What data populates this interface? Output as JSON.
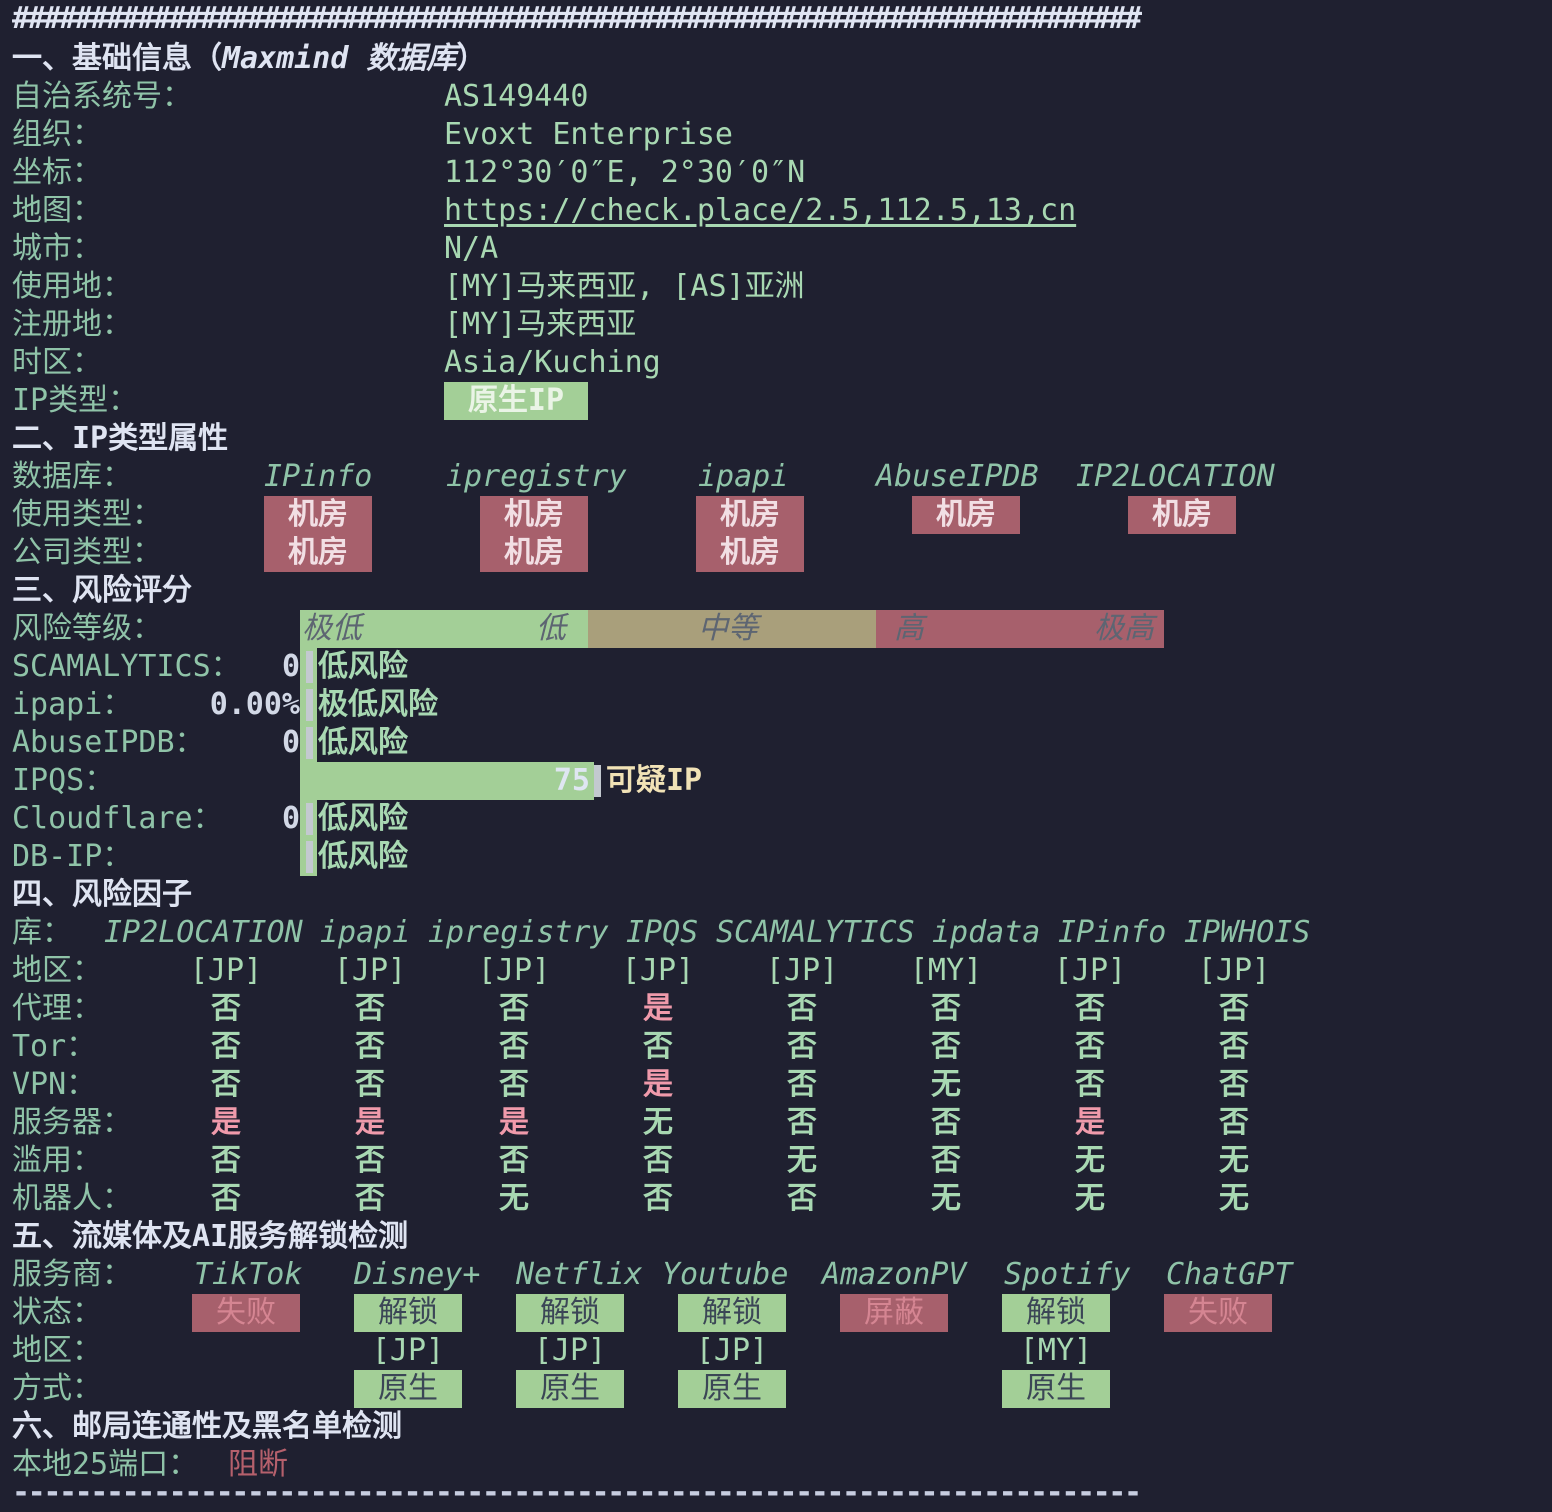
{
  "colors": {
    "bg": "#1f2030",
    "green": "#a3cf97",
    "red": "#a7606c",
    "mid": "#a99f7b"
  },
  "separators": {
    "hash": "########################################################################",
    "dash": "------------------------------------------------------------------------"
  },
  "basic": {
    "title_prefix": "一、基础信息（",
    "title_italic": "Maxmind 数据库",
    "title_suffix": "）",
    "rows": [
      {
        "label": "自治系统号：",
        "value": "AS149440"
      },
      {
        "label": "组织：",
        "value": "Evoxt Enterprise"
      },
      {
        "label": "坐标：",
        "value": "112°30′0″E, 2°30′0″N"
      },
      {
        "label": "地图：",
        "value": "https://check.place/2.5,112.5,13,cn"
      },
      {
        "label": "城市：",
        "value": "N/A"
      },
      {
        "label": "使用地：",
        "value": "[MY]马来西亚, [AS]亚洲"
      },
      {
        "label": "注册地：",
        "value": "[MY]马来西亚"
      },
      {
        "label": "时区：",
        "value": "Asia/Kuching"
      },
      {
        "label": "IP类型：",
        "value": "原生IP"
      }
    ]
  },
  "iptype": {
    "title": "二、IP类型属性",
    "db_label": "数据库：",
    "usage_label": "使用类型：",
    "company_label": "公司类型：",
    "dbs": [
      "IPinfo",
      "ipregistry",
      "ipapi",
      "AbuseIPDB",
      "IP2LOCATION"
    ],
    "usage": [
      "机房",
      "机房",
      "机房",
      "机房",
      "机房"
    ],
    "company": [
      "机房",
      "机房",
      "机房"
    ]
  },
  "risk": {
    "title": "三、风险评分",
    "level_label": "风险等级：",
    "scale_labels": [
      "极低",
      "低",
      "中等",
      "高",
      "极高"
    ],
    "rows": [
      {
        "label": "SCAMALYTICS：",
        "score": "0",
        "rating": "低风险"
      },
      {
        "label": "ipapi：",
        "score": "0.00%",
        "rating": "极低风险"
      },
      {
        "label": "AbuseIPDB：",
        "score": "0",
        "rating": "低风险"
      },
      {
        "label": "IPQS：",
        "score": "75",
        "rating": "可疑IP"
      },
      {
        "label": "Cloudflare：",
        "score": "0",
        "rating": "低风险"
      },
      {
        "label": "DB-IP：",
        "score": "",
        "rating": "低风险"
      }
    ]
  },
  "factors": {
    "title": "四、风险因子",
    "lib_label": "库：",
    "libs": [
      "IP2LOCATION",
      "ipapi",
      "ipregistry",
      "IPQS",
      "SCAMALYTICS",
      "ipdata",
      "IPinfo",
      "IPWHOIS"
    ],
    "rows": [
      {
        "label": "地区：",
        "values": [
          "[JP]",
          "[JP]",
          "[JP]",
          "[JP]",
          "[JP]",
          "[MY]",
          "[JP]",
          "[JP]"
        ]
      },
      {
        "label": "代理：",
        "values": [
          "否",
          "否",
          "否",
          "是",
          "否",
          "否",
          "否",
          "否"
        ]
      },
      {
        "label": "Tor：",
        "values": [
          "否",
          "否",
          "否",
          "否",
          "否",
          "否",
          "否",
          "否"
        ]
      },
      {
        "label": "VPN：",
        "values": [
          "否",
          "否",
          "否",
          "是",
          "否",
          "无",
          "否",
          "否"
        ]
      },
      {
        "label": "服务器：",
        "values": [
          "是",
          "是",
          "是",
          "无",
          "否",
          "否",
          "是",
          "否"
        ]
      },
      {
        "label": "滥用：",
        "values": [
          "否",
          "否",
          "否",
          "否",
          "无",
          "否",
          "无",
          "无"
        ]
      },
      {
        "label": "机器人：",
        "values": [
          "否",
          "否",
          "无",
          "否",
          "否",
          "无",
          "无",
          "无"
        ]
      }
    ]
  },
  "streaming": {
    "title": "五、流媒体及AI服务解锁检测",
    "provider_label": "服务商：",
    "status_label": "状态：",
    "region_label": "地区：",
    "method_label": "方式：",
    "providers": [
      "TikTok",
      "Disney+",
      "Netflix",
      "Youtube",
      "AmazonPV",
      "Spotify",
      "ChatGPT"
    ],
    "status": [
      "失败",
      "解锁",
      "解锁",
      "解锁",
      "屏蔽",
      "解锁",
      "失败"
    ],
    "regions": [
      "",
      "[JP]",
      "[JP]",
      "[JP]",
      "",
      "[MY]",
      ""
    ],
    "methods": [
      "",
      "原生",
      "原生",
      "原生",
      "",
      "原生",
      ""
    ]
  },
  "mail": {
    "title": "六、邮局连通性及黑名单检测",
    "port_label": "本地25端口：",
    "port_value": "阻断"
  }
}
